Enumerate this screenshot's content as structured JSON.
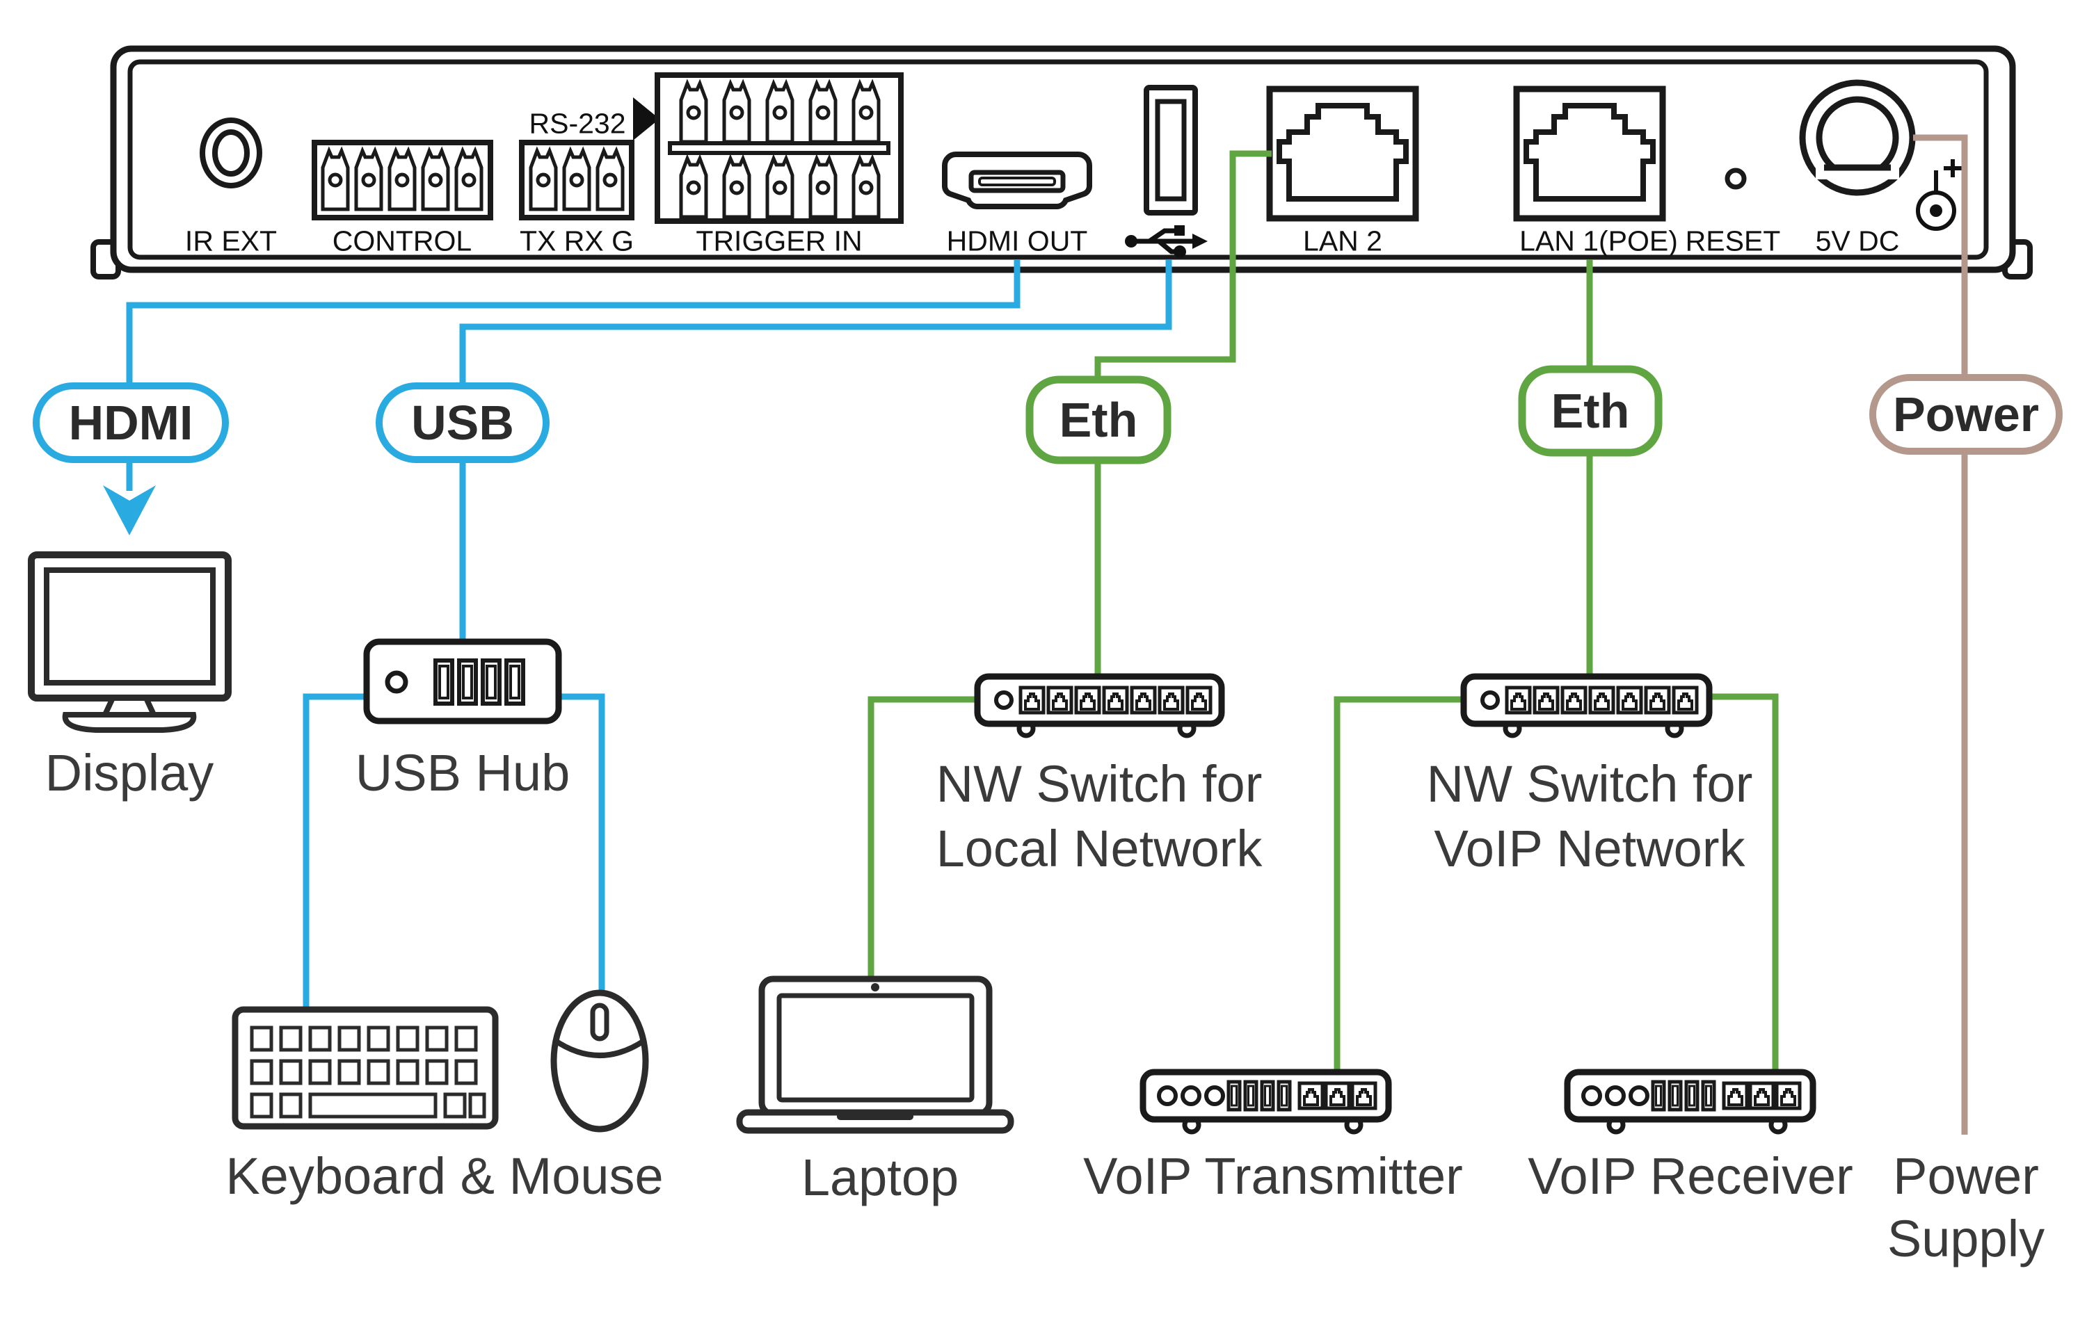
{
  "colors": {
    "hdmi_usb_line": "#29ABE2",
    "ethernet_line": "#5FA642",
    "power_line": "#B4988B",
    "outline": "#1a1a1a",
    "device_label": "#3a3a3a"
  },
  "panel": {
    "port_labels": {
      "ir_ext": "IR EXT",
      "control": "CONTROL",
      "rs232": "RS-232",
      "tx_rx_g": "TX RX G",
      "trigger_in": "TRIGGER IN",
      "hdmi_out": "HDMI OUT",
      "lan2": "LAN 2",
      "lan1": "LAN 1(POE)",
      "reset": "RESET",
      "dc": "5V DC"
    }
  },
  "tags": {
    "hdmi": "HDMI",
    "usb": "USB",
    "eth_local": "Eth",
    "eth_voip": "Eth",
    "power": "Power"
  },
  "devices": {
    "display": "Display",
    "usb_hub": "USB Hub",
    "nw_switch_local": {
      "line1": "NW Switch for",
      "line2": "Local Network"
    },
    "nw_switch_voip": {
      "line1": "NW Switch for",
      "line2": "VoIP Network"
    },
    "keyboard_mouse": "Keyboard & Mouse",
    "laptop": "Laptop",
    "voip_transmitter": "VoIP Transmitter",
    "voip_receiver": "VoIP Receiver",
    "power_supply": {
      "line1": "Power",
      "line2": "Supply"
    }
  }
}
